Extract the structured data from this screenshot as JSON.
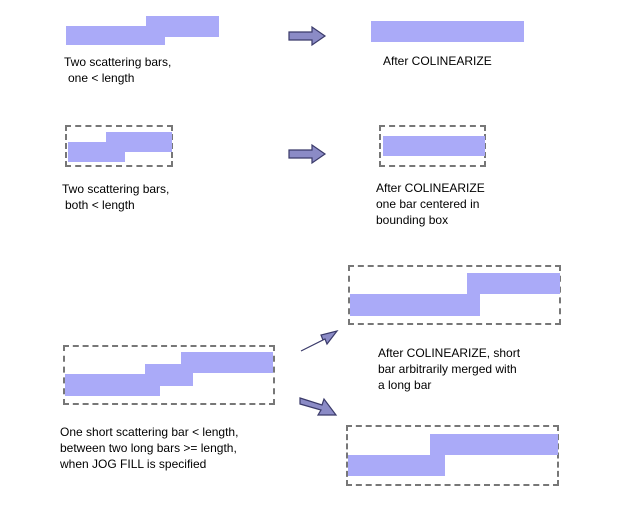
{
  "colors": {
    "bar": "#aaaaf8",
    "box_border": "#777777",
    "arrow_fill": "#8b8bc6",
    "arrow_stroke": "#3a3a6a"
  },
  "icons": [
    "right-arrow-icon"
  ],
  "section1": {
    "before_label": [
      "Two scattering bars,",
      "one < length"
    ],
    "after_label": [
      "After COLINEARIZE"
    ]
  },
  "section2": {
    "before_label": [
      "Two scattering bars,",
      "both < length"
    ],
    "after_label": [
      "After COLINEARIZE",
      "one bar centered in",
      "bounding box"
    ]
  },
  "section3": {
    "before_label": [
      "One short scattering bar < length,",
      "between two long bars >= length,",
      "when JOG FILL is specified"
    ],
    "after_label": [
      "After COLINEARIZE, short",
      "bar arbitrarily merged with",
      "a long bar"
    ]
  }
}
